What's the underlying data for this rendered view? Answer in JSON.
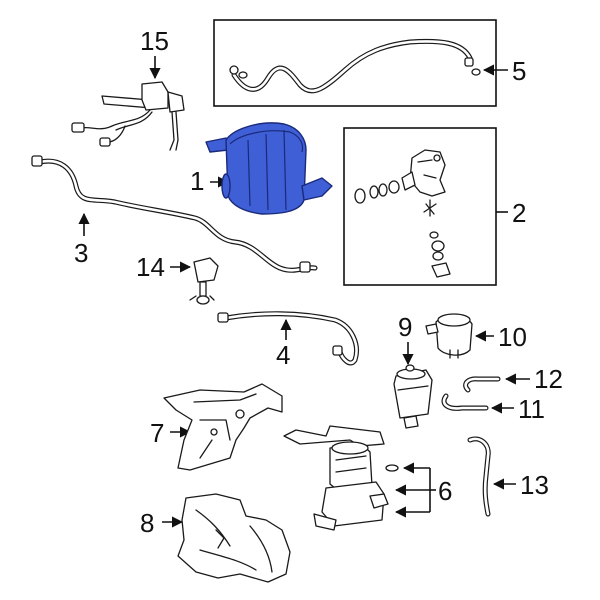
{
  "diagram": {
    "callouts": [
      {
        "id": "1",
        "label": "1"
      },
      {
        "id": "2",
        "label": "2"
      },
      {
        "id": "3",
        "label": "3"
      },
      {
        "id": "4",
        "label": "4"
      },
      {
        "id": "5",
        "label": "5"
      },
      {
        "id": "6",
        "label": "6"
      },
      {
        "id": "7",
        "label": "7"
      },
      {
        "id": "8",
        "label": "8"
      },
      {
        "id": "9",
        "label": "9"
      },
      {
        "id": "10",
        "label": "10"
      },
      {
        "id": "11",
        "label": "11"
      },
      {
        "id": "12",
        "label": "12"
      },
      {
        "id": "13",
        "label": "13"
      },
      {
        "id": "14",
        "label": "14"
      },
      {
        "id": "15",
        "label": "15"
      }
    ],
    "colors": {
      "highlight": "#3f5fd6",
      "highlight_outline": "#1a2a7a",
      "line": "#1a1a1a",
      "background": "#ffffff"
    }
  }
}
